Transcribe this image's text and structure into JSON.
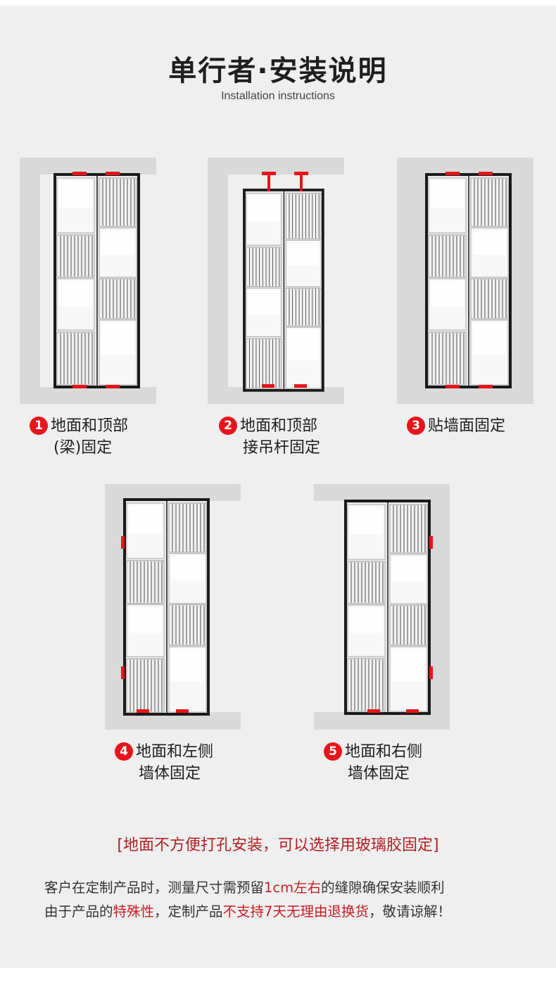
{
  "title": "单行者·安装说明",
  "subtitle": "Installation instructions",
  "methods": [
    {
      "num": "1",
      "line1": "地面和顶部",
      "line2": "(梁)固定"
    },
    {
      "num": "2",
      "line1": "地面和顶部",
      "line2": "接吊杆固定"
    },
    {
      "num": "3",
      "line1": "贴墙面固定",
      "line2": ""
    },
    {
      "num": "4",
      "line1": "地面和左侧",
      "line2": "墙体固定"
    },
    {
      "num": "5",
      "line1": "地面和右侧",
      "line2": "墙体固定"
    }
  ],
  "note": "[地面不方便打孔安装，可以选择用玻璃胶固定]",
  "para1": {
    "a": "客户在定制产品时，测量尺寸需预留",
    "b": "1cm左右",
    "c": "的缝隙确保安装顺利"
  },
  "para2": {
    "a": "由于产品的",
    "b": "特殊性",
    "c": "，定制产品",
    "d": "不支持7天无理由退换货",
    "e": "，敬请谅解！"
  },
  "colors": {
    "accent": "#e8141b",
    "note": "#b31e23",
    "wall": "#d9d9d9",
    "frame": "#1a1a1a"
  }
}
